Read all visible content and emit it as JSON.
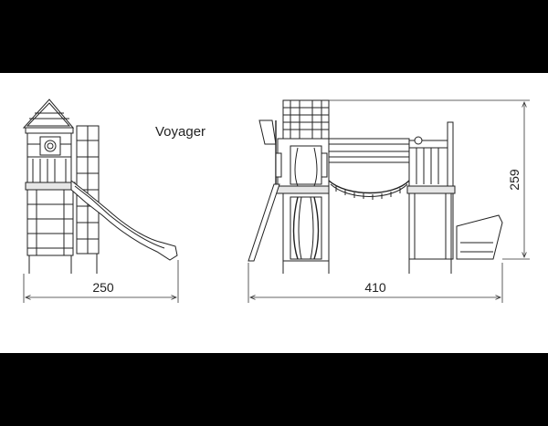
{
  "title": "Voyager",
  "dimensions": {
    "side_width": "250",
    "front_width": "410",
    "height": "259"
  }
}
